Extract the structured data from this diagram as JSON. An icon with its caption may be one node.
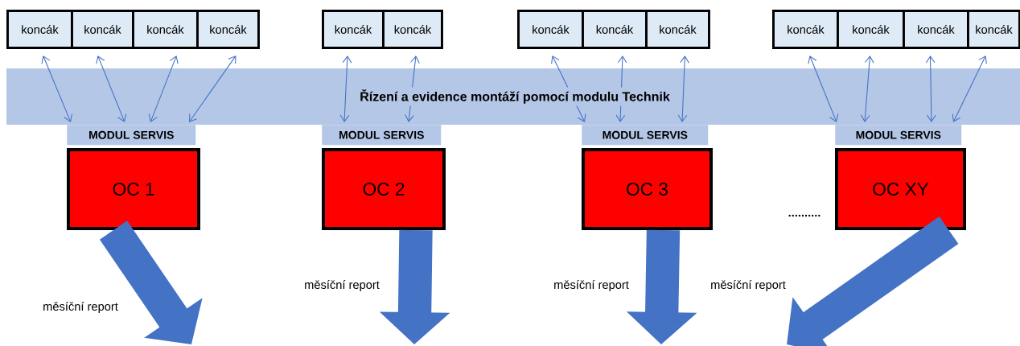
{
  "diagram": {
    "nodes": [
      {
        "text": [
          "koncák"
        ]
      },
      {
        "text": [
          "koncák"
        ]
      },
      {
        "text": [
          "koncák"
        ]
      },
      {
        "text": [
          "koncák"
        ]
      },
      {
        "text": [
          "koncák"
        ]
      },
      {
        "text": [
          "koncák"
        ]
      },
      {
        "text": [
          "koncák"
        ]
      },
      {
        "text": [
          "koncák"
        ]
      },
      {
        "text": [
          "koncák"
        ]
      },
      {
        "text": [
          "koncák"
        ]
      },
      {
        "text": [
          "koncák"
        ]
      },
      {
        "text": [
          "koncák"
        ]
      },
      {
        "text": [
          "koncák"
        ]
      },
      {
        "text": [
          "MODUL SERVIS"
        ]
      },
      {
        "text": [
          "MODUL SERVIS"
        ]
      },
      {
        "text": [
          "MODUL SERVIS"
        ]
      },
      {
        "text": [
          "MODUL SERVIS"
        ]
      },
      {
        "text": [
          "OC 1"
        ]
      },
      {
        "text": [
          "OC 2"
        ]
      },
      {
        "text": [
          "OC 3"
        ]
      },
      {
        "text": [
          "OC XY"
        ]
      }
    ],
    "edges": [
      {
        "from": 0,
        "to": 13,
        "arrow": "both"
      },
      {
        "from": 1,
        "to": 13,
        "arrow": "both"
      },
      {
        "from": 2,
        "to": 13,
        "arrow": "both"
      },
      {
        "from": 3,
        "to": 13,
        "arrow": "both"
      },
      {
        "from": 4,
        "to": 14,
        "arrow": "both"
      },
      {
        "from": 5,
        "to": 14,
        "arrow": "both"
      },
      {
        "from": 6,
        "to": 15,
        "arrow": "both"
      },
      {
        "from": 7,
        "to": 15,
        "arrow": "both"
      },
      {
        "from": 8,
        "to": 15,
        "arrow": "both"
      },
      {
        "from": 9,
        "to": 16,
        "arrow": "both"
      },
      {
        "from": 10,
        "to": 16,
        "arrow": "both"
      },
      {
        "from": 11,
        "to": 16,
        "arrow": "both"
      },
      {
        "from": 12,
        "to": 16,
        "arrow": "both"
      },
      {
        "from": 17,
        "to": null,
        "arrow": "to",
        "label": "měsíční report",
        "style": "thick"
      },
      {
        "from": 18,
        "to": null,
        "arrow": "to",
        "label": "měsíční report",
        "style": "thick"
      },
      {
        "from": 19,
        "to": null,
        "arrow": "to",
        "label": "měsíční report",
        "style": "thick"
      },
      {
        "from": 20,
        "to": null,
        "arrow": "to",
        "label": "měsíční report",
        "style": "thick"
      }
    ],
    "labels": [
      "Řízení a evidence montáží pomocí modulu Technik",
      ".........."
    ]
  }
}
